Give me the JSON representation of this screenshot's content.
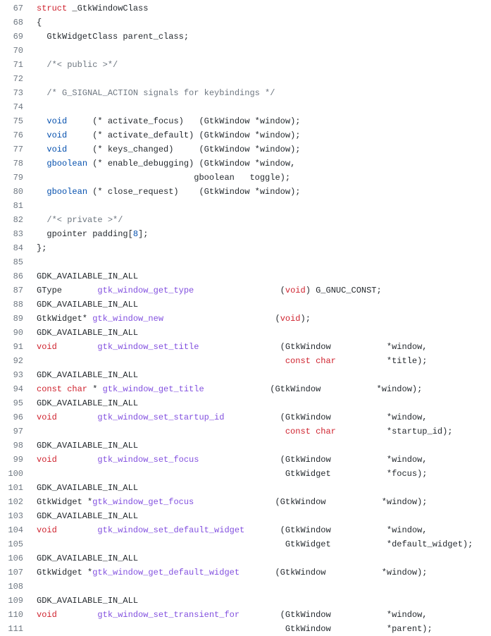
{
  "lines": [
    {
      "n": "67",
      "tokens": [
        {
          "c": "k",
          "t": "struct"
        },
        {
          "c": "",
          "t": " _GtkWindowClass"
        }
      ]
    },
    {
      "n": "68",
      "tokens": [
        {
          "c": "",
          "t": "{"
        }
      ]
    },
    {
      "n": "69",
      "tokens": [
        {
          "c": "",
          "t": "  GtkWidgetClass parent_class;"
        }
      ]
    },
    {
      "n": "70",
      "tokens": []
    },
    {
      "n": "71",
      "tokens": [
        {
          "c": "c",
          "t": "  /*< public >*/"
        }
      ]
    },
    {
      "n": "72",
      "tokens": []
    },
    {
      "n": "73",
      "tokens": [
        {
          "c": "c",
          "t": "  /* G_SIGNAL_ACTION signals for keybindings */"
        }
      ]
    },
    {
      "n": "74",
      "tokens": []
    },
    {
      "n": "75",
      "tokens": [
        {
          "c": "",
          "t": "  "
        },
        {
          "c": "t",
          "t": "void"
        },
        {
          "c": "",
          "t": "     (* activate_focus)   (GtkWindow *window);"
        }
      ]
    },
    {
      "n": "76",
      "tokens": [
        {
          "c": "",
          "t": "  "
        },
        {
          "c": "t",
          "t": "void"
        },
        {
          "c": "",
          "t": "     (* activate_default) (GtkWindow *window);"
        }
      ]
    },
    {
      "n": "77",
      "tokens": [
        {
          "c": "",
          "t": "  "
        },
        {
          "c": "t",
          "t": "void"
        },
        {
          "c": "",
          "t": "     (* keys_changed)     (GtkWindow *window);"
        }
      ]
    },
    {
      "n": "78",
      "tokens": [
        {
          "c": "",
          "t": "  "
        },
        {
          "c": "t",
          "t": "gboolean"
        },
        {
          "c": "",
          "t": " (* enable_debugging) (GtkWindow *window,"
        }
      ]
    },
    {
      "n": "79",
      "tokens": [
        {
          "c": "",
          "t": "                               gboolean   toggle);"
        }
      ]
    },
    {
      "n": "80",
      "tokens": [
        {
          "c": "",
          "t": "  "
        },
        {
          "c": "t",
          "t": "gboolean"
        },
        {
          "c": "",
          "t": " (* close_request)    (GtkWindow *window);"
        }
      ]
    },
    {
      "n": "81",
      "tokens": []
    },
    {
      "n": "82",
      "tokens": [
        {
          "c": "c",
          "t": "  /*< private >*/"
        }
      ]
    },
    {
      "n": "83",
      "tokens": [
        {
          "c": "",
          "t": "  gpointer padding["
        },
        {
          "c": "n",
          "t": "8"
        },
        {
          "c": "",
          "t": "];"
        }
      ]
    },
    {
      "n": "84",
      "tokens": [
        {
          "c": "",
          "t": "};"
        }
      ]
    },
    {
      "n": "85",
      "tokens": []
    },
    {
      "n": "86",
      "tokens": [
        {
          "c": "",
          "t": "GDK_AVAILABLE_IN_ALL"
        }
      ]
    },
    {
      "n": "87",
      "tokens": [
        {
          "c": "",
          "t": "GType       "
        },
        {
          "c": "f",
          "t": "gtk_window_get_type"
        },
        {
          "c": "",
          "t": "                 ("
        },
        {
          "c": "k",
          "t": "void"
        },
        {
          "c": "",
          "t": ") G_GNUC_CONST;"
        }
      ]
    },
    {
      "n": "88",
      "tokens": [
        {
          "c": "",
          "t": "GDK_AVAILABLE_IN_ALL"
        }
      ]
    },
    {
      "n": "89",
      "tokens": [
        {
          "c": "",
          "t": "GtkWidget* "
        },
        {
          "c": "f",
          "t": "gtk_window_new"
        },
        {
          "c": "",
          "t": "                      ("
        },
        {
          "c": "k",
          "t": "void"
        },
        {
          "c": "",
          "t": ");"
        }
      ]
    },
    {
      "n": "90",
      "tokens": [
        {
          "c": "",
          "t": "GDK_AVAILABLE_IN_ALL"
        }
      ]
    },
    {
      "n": "91",
      "tokens": [
        {
          "c": "k",
          "t": "void"
        },
        {
          "c": "",
          "t": "        "
        },
        {
          "c": "f",
          "t": "gtk_window_set_title"
        },
        {
          "c": "",
          "t": "                (GtkWindow           *window,"
        }
      ]
    },
    {
      "n": "92",
      "tokens": [
        {
          "c": "",
          "t": "                                                 "
        },
        {
          "c": "k",
          "t": "const char"
        },
        {
          "c": "",
          "t": "          *title);"
        }
      ]
    },
    {
      "n": "93",
      "tokens": [
        {
          "c": "",
          "t": "GDK_AVAILABLE_IN_ALL"
        }
      ]
    },
    {
      "n": "94",
      "tokens": [
        {
          "c": "k",
          "t": "const char"
        },
        {
          "c": "",
          "t": " * "
        },
        {
          "c": "f",
          "t": "gtk_window_get_title"
        },
        {
          "c": "",
          "t": "             (GtkWindow           *window);"
        }
      ]
    },
    {
      "n": "95",
      "tokens": [
        {
          "c": "",
          "t": "GDK_AVAILABLE_IN_ALL"
        }
      ]
    },
    {
      "n": "96",
      "tokens": [
        {
          "c": "k",
          "t": "void"
        },
        {
          "c": "",
          "t": "        "
        },
        {
          "c": "f",
          "t": "gtk_window_set_startup_id"
        },
        {
          "c": "",
          "t": "           (GtkWindow           *window,"
        }
      ]
    },
    {
      "n": "97",
      "tokens": [
        {
          "c": "",
          "t": "                                                 "
        },
        {
          "c": "k",
          "t": "const char"
        },
        {
          "c": "",
          "t": "          *startup_id);"
        }
      ]
    },
    {
      "n": "98",
      "tokens": [
        {
          "c": "",
          "t": "GDK_AVAILABLE_IN_ALL"
        }
      ]
    },
    {
      "n": "99",
      "tokens": [
        {
          "c": "k",
          "t": "void"
        },
        {
          "c": "",
          "t": "        "
        },
        {
          "c": "f",
          "t": "gtk_window_set_focus"
        },
        {
          "c": "",
          "t": "                (GtkWindow           *window,"
        }
      ]
    },
    {
      "n": "100",
      "tokens": [
        {
          "c": "",
          "t": "                                                 GtkWidget           *focus);"
        }
      ]
    },
    {
      "n": "101",
      "tokens": [
        {
          "c": "",
          "t": "GDK_AVAILABLE_IN_ALL"
        }
      ]
    },
    {
      "n": "102",
      "tokens": [
        {
          "c": "",
          "t": "GtkWidget *"
        },
        {
          "c": "f",
          "t": "gtk_window_get_focus"
        },
        {
          "c": "",
          "t": "                (GtkWindow           *window);"
        }
      ]
    },
    {
      "n": "103",
      "tokens": [
        {
          "c": "",
          "t": "GDK_AVAILABLE_IN_ALL"
        }
      ]
    },
    {
      "n": "104",
      "tokens": [
        {
          "c": "k",
          "t": "void"
        },
        {
          "c": "",
          "t": "        "
        },
        {
          "c": "f",
          "t": "gtk_window_set_default_widget"
        },
        {
          "c": "",
          "t": "       (GtkWindow           *window,"
        }
      ]
    },
    {
      "n": "105",
      "tokens": [
        {
          "c": "",
          "t": "                                                 GtkWidget           *default_widget);"
        }
      ]
    },
    {
      "n": "106",
      "tokens": [
        {
          "c": "",
          "t": "GDK_AVAILABLE_IN_ALL"
        }
      ]
    },
    {
      "n": "107",
      "tokens": [
        {
          "c": "",
          "t": "GtkWidget *"
        },
        {
          "c": "f",
          "t": "gtk_window_get_default_widget"
        },
        {
          "c": "",
          "t": "       (GtkWindow           *window);"
        }
      ]
    },
    {
      "n": "108",
      "tokens": []
    },
    {
      "n": "109",
      "tokens": [
        {
          "c": "",
          "t": "GDK_AVAILABLE_IN_ALL"
        }
      ]
    },
    {
      "n": "110",
      "tokens": [
        {
          "c": "k",
          "t": "void"
        },
        {
          "c": "",
          "t": "        "
        },
        {
          "c": "f",
          "t": "gtk_window_set_transient_for"
        },
        {
          "c": "",
          "t": "        (GtkWindow           *window,"
        }
      ]
    },
    {
      "n": "111",
      "tokens": [
        {
          "c": "",
          "t": "                                                 GtkWindow           *parent);"
        }
      ]
    }
  ],
  "colors": {
    "keyword": "#cf222e",
    "type": "#0550ae",
    "function": "#8250df",
    "comment": "#6e7781",
    "line_number": "#6e7781",
    "text": "#24292e"
  }
}
